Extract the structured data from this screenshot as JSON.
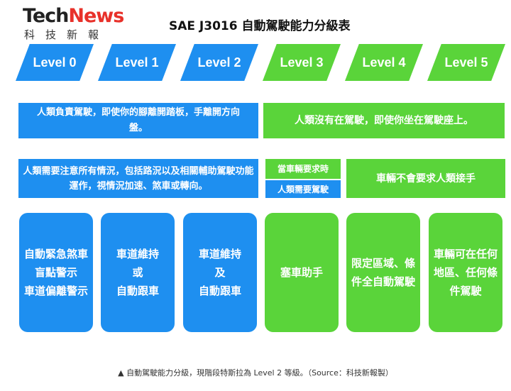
{
  "logo": {
    "tech": "Tech",
    "news": "News",
    "sub": "科技新報"
  },
  "title": "SAE J3016 自動駕駛能力分級表",
  "levels": [
    {
      "label": "Level 0",
      "color": "#1e8ff0"
    },
    {
      "label": "Level 1",
      "color": "#1e8ff0"
    },
    {
      "label": "Level 2",
      "color": "#1e8ff0"
    },
    {
      "label": "Level 3",
      "color": "#5ad43a"
    },
    {
      "label": "Level 4",
      "color": "#5ad43a"
    },
    {
      "label": "Level 5",
      "color": "#5ad43a"
    }
  ],
  "row1": {
    "human": "人類負責駕駛，即使你的腳離開踏板，手離開方向盤。",
    "system": "人類沒有在駕駛，即使你坐在駕駛座上。"
  },
  "row2": {
    "human": "人類需要注意所有情況，包括路況以及相關輔助駕駛功能運作，視情況加速、煞車或轉向。",
    "level3_top": "當車輛要求時",
    "level3_bottom": "人類需要駕駛",
    "system": "車輛不會要求人類接手"
  },
  "features": [
    {
      "text": "自動緊急煞車\n盲點警示\n車道偏離警示",
      "color": "#1e8ff0"
    },
    {
      "text": "車道維持\n或\n自動跟車",
      "color": "#1e8ff0"
    },
    {
      "text": "車道維持\n及\n自動跟車",
      "color": "#1e8ff0"
    },
    {
      "text": "塞車助手",
      "color": "#5ad43a"
    },
    {
      "text": "限定區域、條件全自動駕駛",
      "color": "#5ad43a"
    },
    {
      "text": "車輛可在任何地區、任何條件駕駛",
      "color": "#5ad43a"
    }
  ],
  "caption": "▲ 自動駕駛能力分級，現階段特斯拉為 Level 2 等級。（Source：科技新報製）"
}
